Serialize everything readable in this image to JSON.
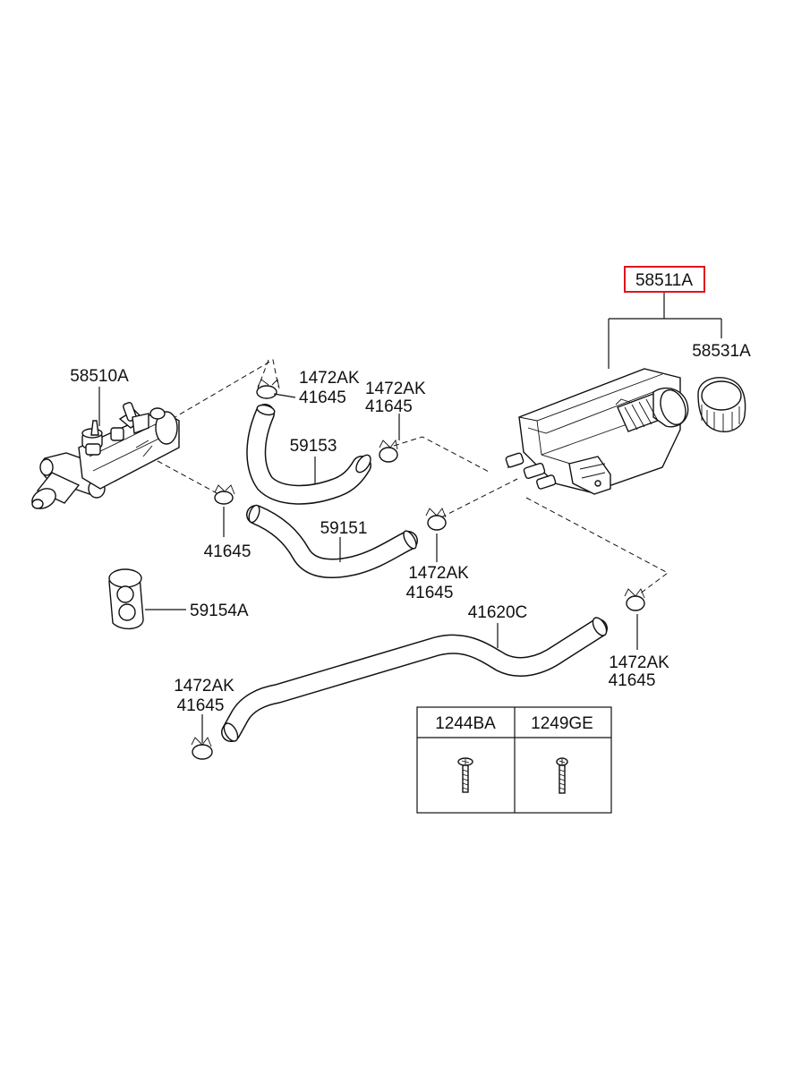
{
  "labels": {
    "reservoir": "58511A",
    "cap": "58531A",
    "master_cylinder": "58510A",
    "clamp_top_a_1": "1472AK",
    "clamp_top_a_2": "41645",
    "clamp_top_b_1": "1472AK",
    "clamp_top_b_2": "41645",
    "hose_upper": "59153",
    "clamp_left": "41645",
    "hose_middle": "59151",
    "clamp_mid_1": "1472AK",
    "clamp_mid_2": "41645",
    "grommet": "59154A",
    "hose_long": "41620C",
    "clamp_right_1": "1472AK",
    "clamp_right_2": "41645",
    "clamp_bottom_1": "1472AK",
    "clamp_bottom_2": "41645"
  },
  "fastener_table": {
    "col1": "1244BA",
    "col2": "1249GE"
  },
  "colors": {
    "highlight": "#e0141e",
    "line": "#111111"
  }
}
